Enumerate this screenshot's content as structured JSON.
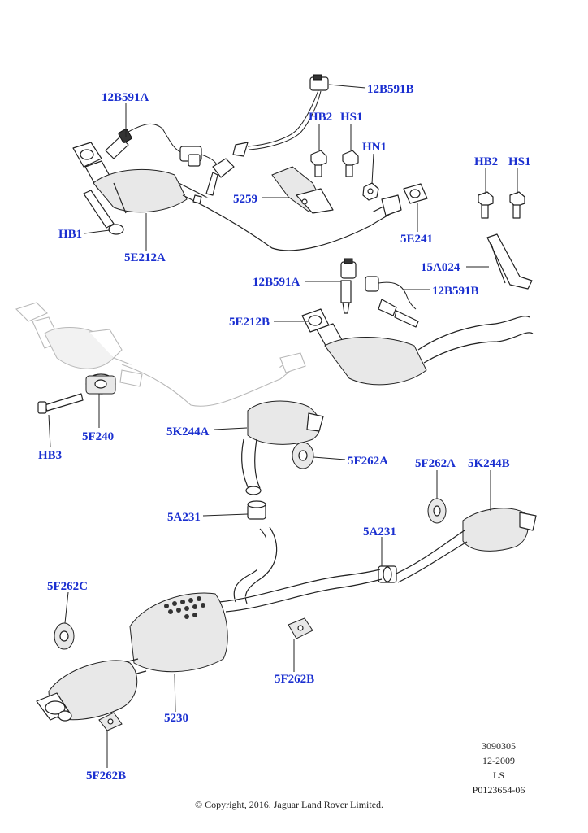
{
  "callouts": {
    "c12B591A_top": "12B591A",
    "c12B591B_top": "12B591B",
    "cHB2_top": "HB2",
    "cHS1_top": "HS1",
    "cHN1": "HN1",
    "cHB2_right": "HB2",
    "cHS1_right": "HS1",
    "c5259": "5259",
    "cHB1": "HB1",
    "c5E212A": "5E212A",
    "c5E241": "5E241",
    "c15A024": "15A024",
    "c12B591A_mid": "12B591A",
    "c12B591B_mid": "12B591B",
    "c5E212B": "5E212B",
    "c5F240": "5F240",
    "cHB3": "HB3",
    "c5K244A": "5K244A",
    "c5F262A_left": "5F262A",
    "c5F262A_right": "5F262A",
    "c5K244B": "5K244B",
    "c5A231_left": "5A231",
    "c5A231_right": "5A231",
    "c5F262C": "5F262C",
    "c5F262B_right": "5F262B",
    "c5230": "5230",
    "c5F262B_bottom": "5F262B"
  },
  "meta": {
    "ref1": "3090305",
    "ref2": "12-2009",
    "ref3": "LS",
    "ref4": "P0123654-06",
    "copyright": "© Copyright, 2016. Jaguar Land Rover Limited."
  }
}
